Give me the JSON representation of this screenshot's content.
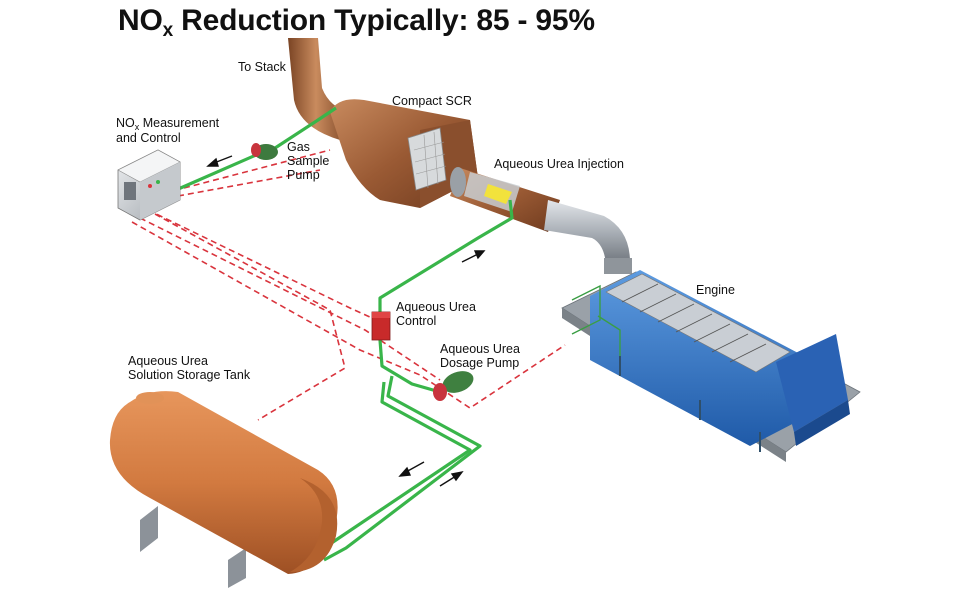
{
  "title": {
    "prefix": "NO",
    "subscript": "x",
    "rest": " Reduction Typically: 85 - 95%"
  },
  "labels": {
    "to_stack": "To Stack",
    "compact_scr": "Compact SCR",
    "nox_measure_prefix": "NO",
    "nox_measure_subscript": "x",
    "nox_measure_rest": " Measurement",
    "nox_measure_line2": "and Control",
    "gas_sample_pump_1": "Gas",
    "gas_sample_pump_2": "Sample",
    "gas_sample_pump_3": "Pump",
    "urea_injection": "Aqueous Urea Injection",
    "engine": "Engine",
    "urea_control_1": "Aqueous Urea",
    "urea_control_2": "Control",
    "dosage_pump_1": "Aqueous Urea",
    "dosage_pump_2": "Dosage Pump",
    "storage_tank_1": "Aqueous Urea",
    "storage_tank_2": "Solution Storage Tank"
  },
  "colors": {
    "pipe_green": "#39b54a",
    "signal_red": "#d9343d",
    "copper": "#a0613a",
    "tank_orange": "#d2783f",
    "engine_blue": "#2f6fc0",
    "platform_gray": "#9aa1a8"
  }
}
